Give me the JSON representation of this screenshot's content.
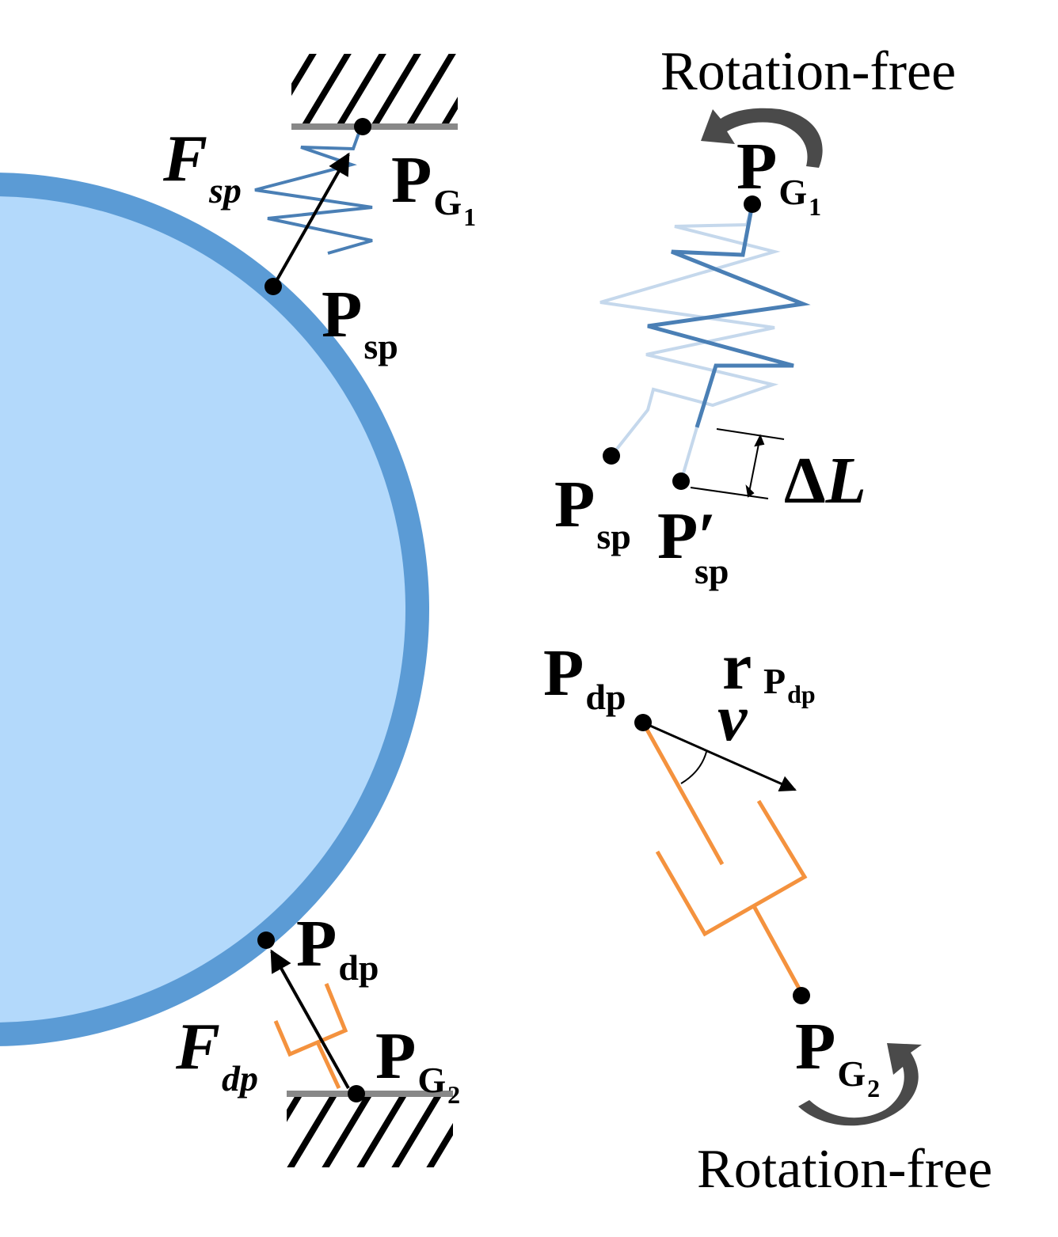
{
  "labels": {
    "rotation_free_top": "Rotation-free",
    "rotation_free_bottom": "Rotation-free",
    "f_sp": {
      "main": "F",
      "sub": "sp"
    },
    "f_dp": {
      "main": "F",
      "sub": "dp"
    },
    "p_g1_left": {
      "main": "P",
      "sub": "G",
      "subsub": "1"
    },
    "p_g2_left": {
      "main": "P",
      "sub": "G",
      "subsub": "2"
    },
    "p_g1_right": {
      "main": "P",
      "sub": "G",
      "subsub": "1"
    },
    "p_g2_right": {
      "main": "P",
      "sub": "G",
      "subsub": "2"
    },
    "p_sp_left": {
      "main": "P",
      "sub": "sp"
    },
    "p_dp_left": {
      "main": "P",
      "sub": "dp"
    },
    "p_sp_right": {
      "main": "P",
      "sub": "sp"
    },
    "p_sp_prime": {
      "main": "P′",
      "sub": "sp"
    },
    "p_dp_right": {
      "main": "P",
      "sub": "dp"
    },
    "delta_l": {
      "main": "Δ",
      "var": "L"
    },
    "velocity": {
      "arrow": "r",
      "main": "v",
      "sub": "P",
      "subsub": "dp"
    }
  },
  "colors": {
    "body_fill": "#b3d9fb",
    "body_rim": "#5b9bd5",
    "spring": "#4a7fb5",
    "spring_faded": "#c5d8ec",
    "damper": "#f4923e",
    "rotation_arrow": "#4a4a4a",
    "ground_line": "#888888",
    "text": "#000000"
  }
}
